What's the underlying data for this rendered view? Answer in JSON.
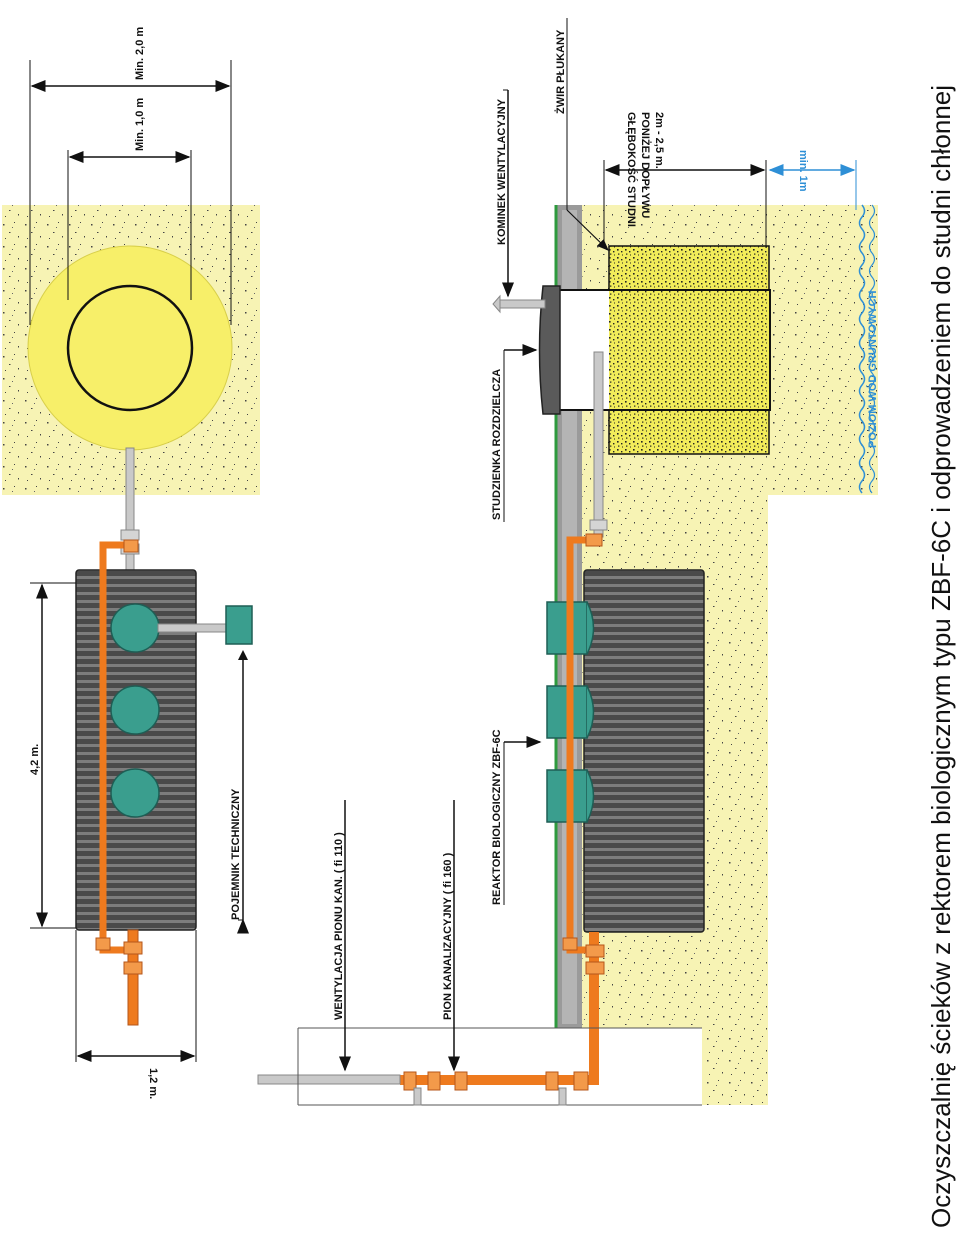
{
  "title": "Oczyszczalnię ścieków z rektorem biologicznym typu ZBF-6C i odprowadzeniem do studni chłonnej",
  "plan": {
    "dim_min_1": "Min. 1,0 m",
    "dim_min_2": "Min. 2,0 m",
    "dim_length": "4,2  m.",
    "dim_width": "1,2  m.",
    "technical_container": "POJEMNIK TECHNICZNY"
  },
  "section": {
    "ventilation_stack": "KOMINEK WENTYLACYJNY",
    "washed_gravel": "ŻWIR PŁUKANY",
    "distribution_chamber": "STUDZIENKA ROZDZIELCZA",
    "bio_reactor": "REAKTOR BIOLOGICZNY ZBF-6C",
    "sewer_riser": "PION KANALIZACYJNY ( fi 160 )",
    "riser_vent": "WENTYLACJA PIONU KAN. ( fi 110 )",
    "well_depth_line1": "GŁĘBOKOŚĆ STUDNI",
    "well_depth_line2": "PONIŻEJ DOPŁYWU",
    "well_depth_line3": "2m - 2,5 m.",
    "min_1m": "min. 1m",
    "groundwater": "POZIOM WÓD GRUNTOWYCH"
  },
  "colors": {
    "soil": "#f7f3b4",
    "gravel": "#f2ec5a",
    "pipe_orange": "#ee7a1e",
    "reactor": "#474747",
    "manhole": "#3a9e8e",
    "grass": "#2e9a3e",
    "water": "#2e8fd6"
  }
}
